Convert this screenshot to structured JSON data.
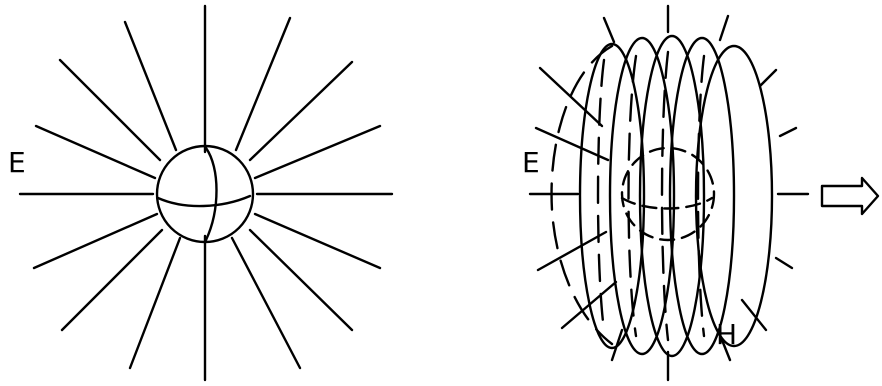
{
  "figure": {
    "left_panel": {
      "field_label": "E",
      "description_icon": "static-charge-field-icon"
    },
    "right_panel": {
      "electric_label": "E",
      "magnetic_label": "H",
      "direction_icon": "arrow-right-icon"
    }
  }
}
